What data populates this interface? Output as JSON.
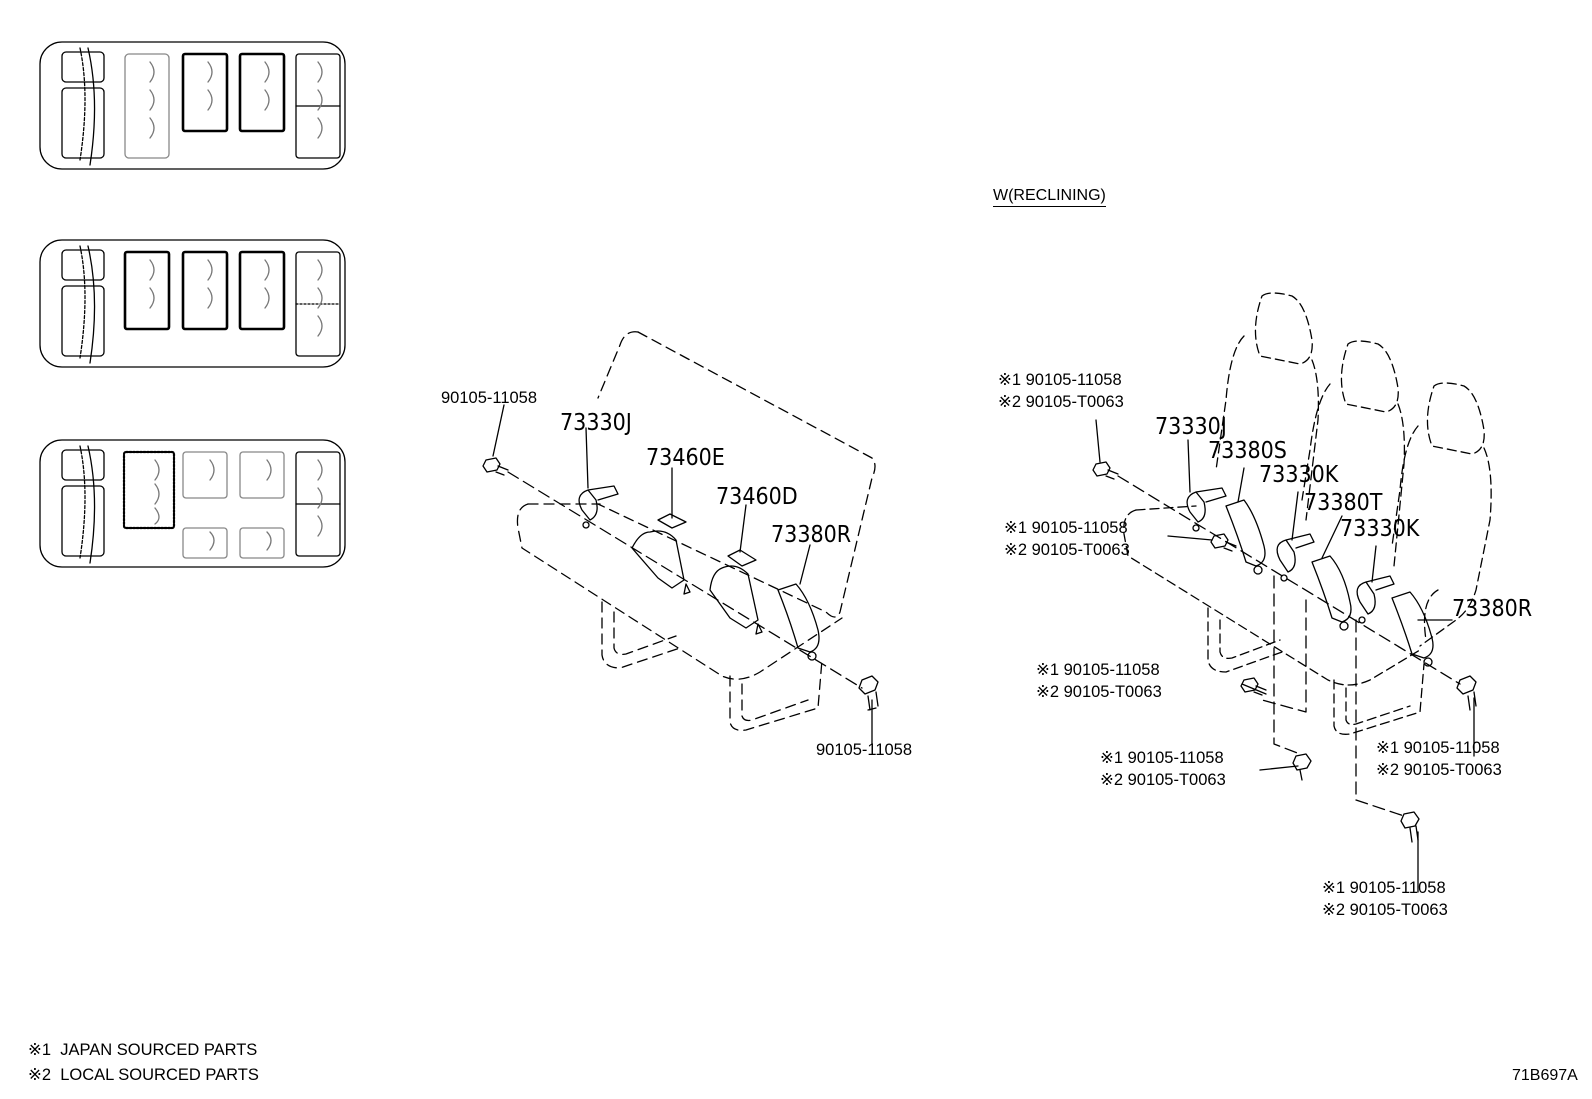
{
  "legend": {
    "note1_mark": "※1",
    "note1_text": "JAPAN SOURCED PARTS",
    "note2_mark": "※2",
    "note2_text": "LOCAL SOURCED PARTS"
  },
  "figure_code": "71B697A",
  "variant_title": "W(RECLINING)",
  "left_assembly": {
    "bolt_top": "90105-11058",
    "bolt_bottom": "90105-11058",
    "parts": [
      "73330J",
      "73460E",
      "73460D",
      "73380R"
    ]
  },
  "right_assembly": {
    "parts": [
      "73330J",
      "73380S",
      "73330K",
      "73380T",
      "73330K",
      "73380R"
    ],
    "bolt_callouts": [
      {
        "mark1": "※1 90105-11058",
        "mark2": "※2 90105-T0063"
      },
      {
        "mark1": "※1 90105-11058",
        "mark2": "※2 90105-T0063"
      },
      {
        "mark1": "※1 90105-11058",
        "mark2": "※2 90105-T0063"
      },
      {
        "mark1": "※1 90105-11058",
        "mark2": "※2 90105-T0063"
      },
      {
        "mark1": "※1 90105-11058",
        "mark2": "※2 90105-T0063"
      },
      {
        "mark1": "※1 90105-11058",
        "mark2": "※2 90105-T0063"
      }
    ]
  }
}
